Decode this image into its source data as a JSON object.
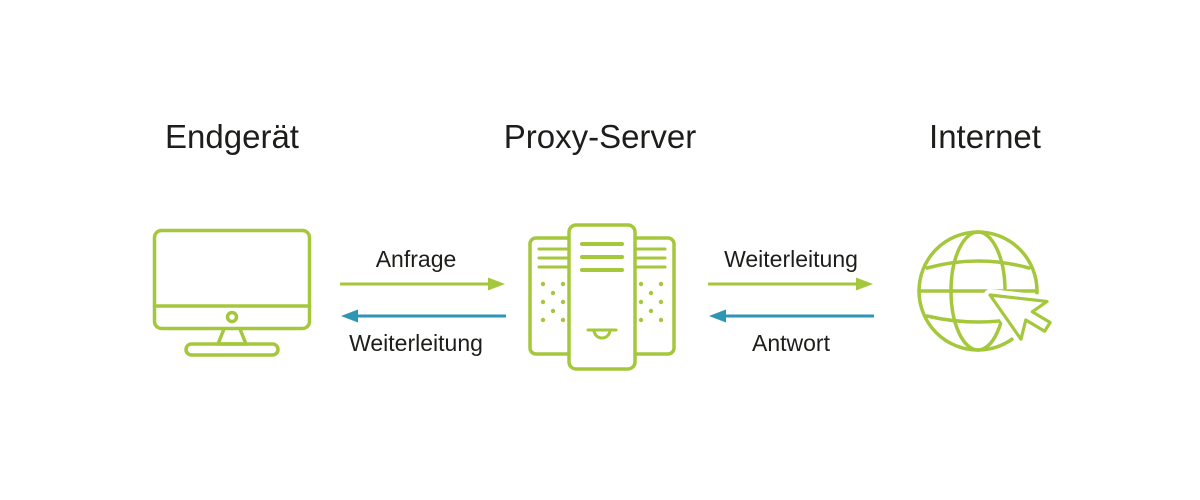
{
  "colors": {
    "green": "#a5c73b",
    "blue": "#2e96b5",
    "text": "#1d1d1b",
    "background": "#ffffff"
  },
  "nodes": {
    "device": {
      "title": "Endgerät",
      "icon": "monitor-icon"
    },
    "proxy": {
      "title": "Proxy-Server",
      "icon": "server-icon"
    },
    "internet": {
      "title": "Internet",
      "icon": "globe-cursor-icon"
    }
  },
  "flows": {
    "left": {
      "top": {
        "label": "Anfrage",
        "direction": "right",
        "color": "green"
      },
      "bottom": {
        "label": "Weiterleitung",
        "direction": "left",
        "color": "blue"
      }
    },
    "right": {
      "top": {
        "label": "Weiterleitung",
        "direction": "right",
        "color": "green"
      },
      "bottom": {
        "label": "Antwort",
        "direction": "left",
        "color": "blue"
      }
    }
  }
}
